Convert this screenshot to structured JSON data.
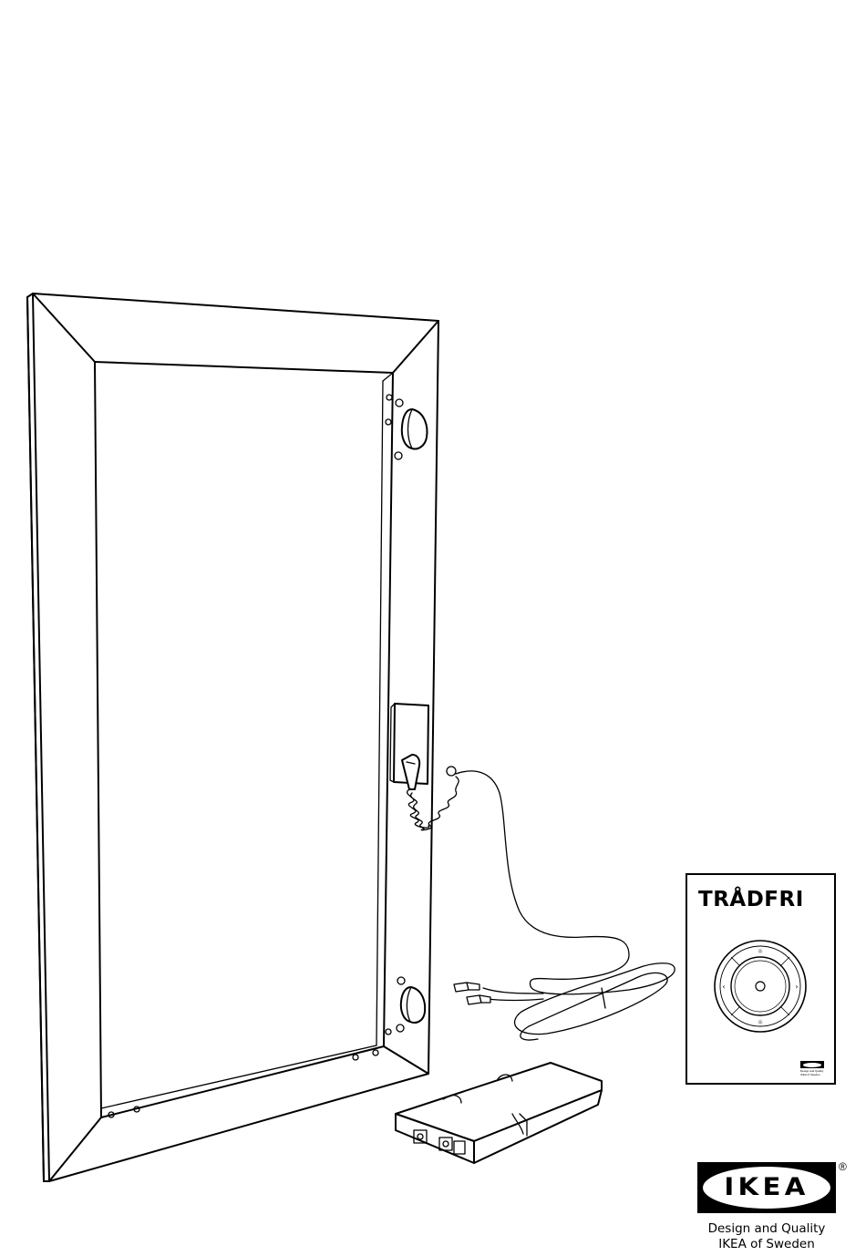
{
  "booklet": {
    "title": "TRÅDFRI",
    "fine_print_1": "Design and Quality",
    "fine_print_2": "IKEA of Sweden"
  },
  "brand": {
    "logo_text": "IKEA",
    "registered_mark": "®",
    "tagline_1": "Design and Quality",
    "tagline_2": "IKEA of Sweden"
  },
  "colors": {
    "ink": "#000000",
    "paper": "#ffffff"
  }
}
